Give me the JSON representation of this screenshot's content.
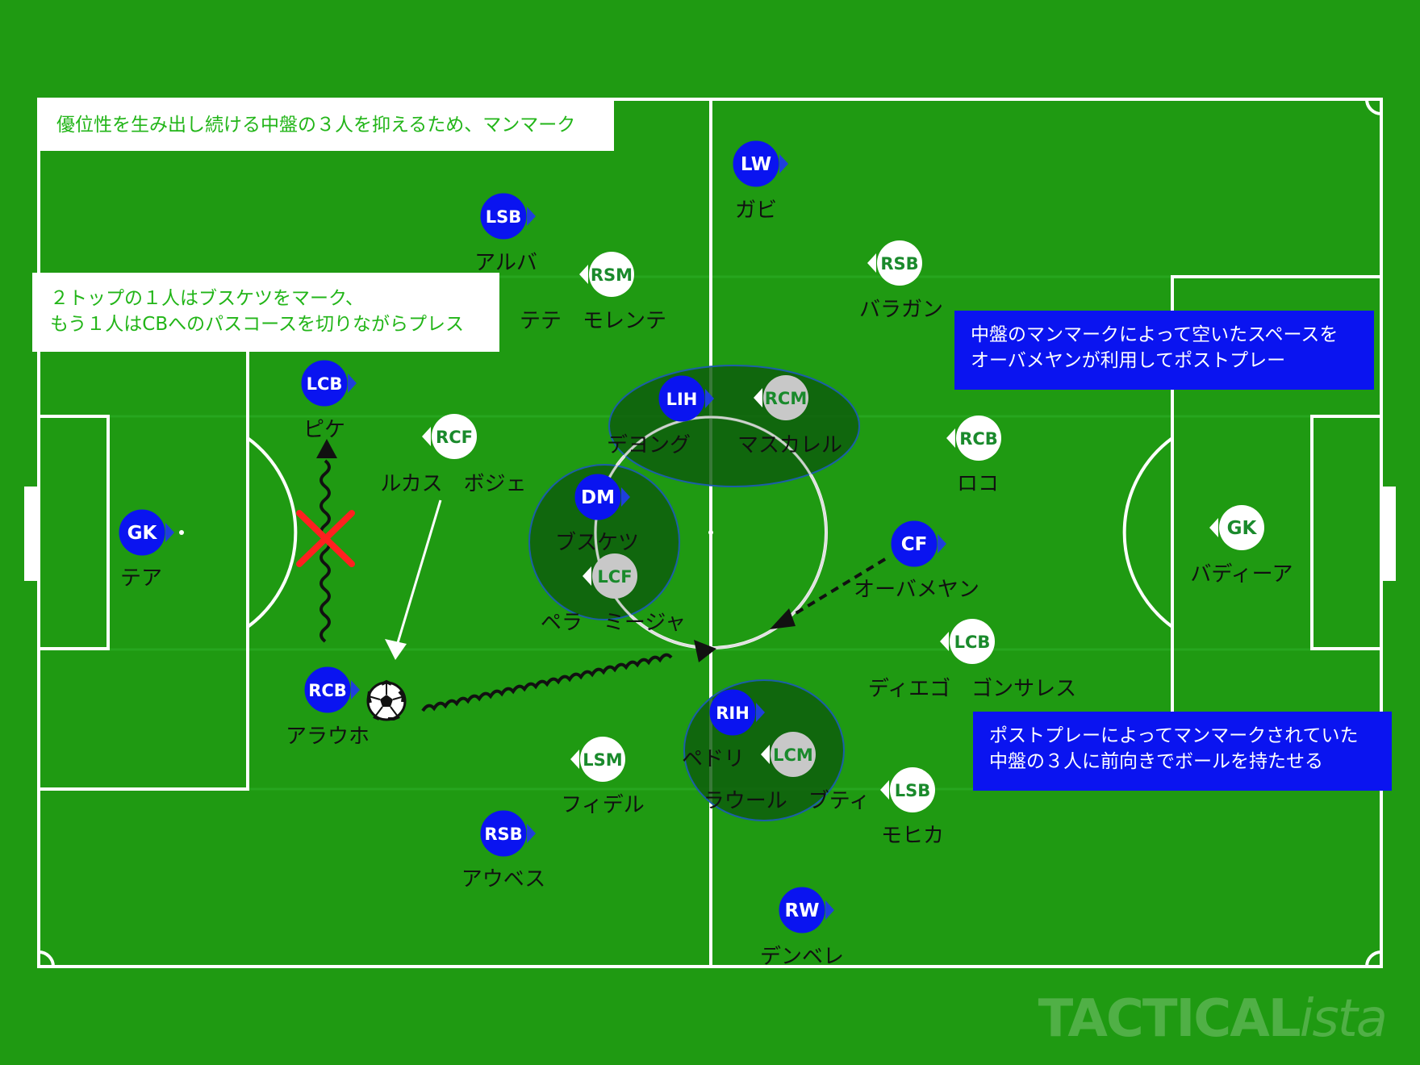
{
  "colors": {
    "pitch": "#1f9a12",
    "lines": "#ffffff",
    "blue_team": "#0a14f0",
    "white_team": "#ffffff",
    "white_team_text": "#1a8a2c",
    "zone": "#0d5c0c"
  },
  "notes": {
    "top_left": "優位性を生み出し続ける中盤の３人を抑えるため、マンマーク",
    "press": [
      "２トップの１人はブスケツをマーク、",
      "もう１人はCBへのパスコースを切りながらプレス"
    ],
    "space": [
      "中盤のマンマークによって空いたスペースを",
      "オーバメヤンが利用してポストプレー"
    ],
    "post": [
      "ポストプレーによってマンマークされていた",
      "中盤の３人に前向きでボールを持たせる"
    ]
  },
  "players": [
    {
      "team": "blue",
      "pos": "GK",
      "name": "テア"
    },
    {
      "team": "blue",
      "pos": "LCB",
      "name": "ピケ"
    },
    {
      "team": "blue",
      "pos": "RCB",
      "name": "アラウホ"
    },
    {
      "team": "blue",
      "pos": "LSB",
      "name": "アルバ"
    },
    {
      "team": "blue",
      "pos": "RSB",
      "name": "アウベス"
    },
    {
      "team": "blue",
      "pos": "DM",
      "name": "ブスケツ"
    },
    {
      "team": "blue",
      "pos": "LIH",
      "name": "デヨング"
    },
    {
      "team": "blue",
      "pos": "RIH",
      "name": "ペドリ"
    },
    {
      "team": "blue",
      "pos": "LW",
      "name": "ガビ"
    },
    {
      "team": "blue",
      "pos": "RW",
      "name": "デンベレ"
    },
    {
      "team": "blue",
      "pos": "CF",
      "name": "オーバメヤン"
    },
    {
      "team": "white",
      "pos": "GK",
      "name": "バディーア"
    },
    {
      "team": "white",
      "pos": "RCB",
      "name": "ロコ"
    },
    {
      "team": "white",
      "pos": "LCB",
      "name": "ディエゴ　ゴンサレス"
    },
    {
      "team": "white",
      "pos": "RSB",
      "name": "バラガン"
    },
    {
      "team": "white",
      "pos": "LSB",
      "name": "モヒカ"
    },
    {
      "team": "white",
      "pos": "RCM",
      "name": "マスカレル"
    },
    {
      "team": "white",
      "pos": "LCM",
      "name": "ラウール　ブティ"
    },
    {
      "team": "white",
      "pos": "RSM",
      "name": "テテ　モレンテ"
    },
    {
      "team": "white",
      "pos": "LSM",
      "name": "フィデル"
    },
    {
      "team": "white",
      "pos": "RCF",
      "name": "ルカス　ボジェ"
    },
    {
      "team": "white",
      "pos": "LCF",
      "name": "ペラ　ミージャ"
    }
  ],
  "brand": {
    "main": "TACTICAL",
    "italic": "ista"
  }
}
